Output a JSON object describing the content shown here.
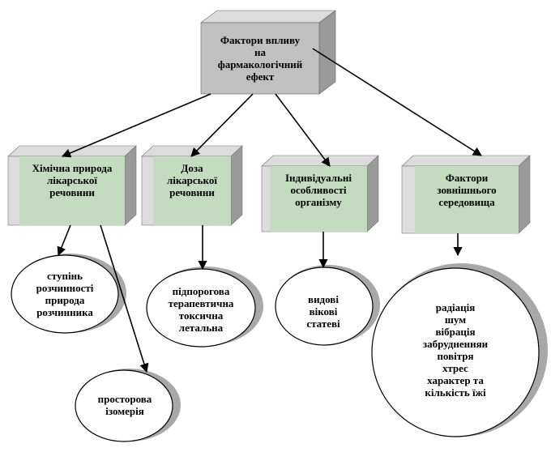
{
  "root": {
    "lines": [
      "Фактори впливу",
      "на",
      "фармакологічний",
      "ефект"
    ]
  },
  "categories": [
    {
      "lines": [
        "Хімічна природа",
        "лікарської",
        "речовини"
      ]
    },
    {
      "lines": [
        "Доза",
        "лікарської",
        "речовини"
      ]
    },
    {
      "lines": [
        "Індивідуальні",
        "особливості",
        "організму"
      ]
    },
    {
      "lines": [
        "Фактори",
        "зовнішнього",
        "середовища"
      ]
    }
  ],
  "leaves": [
    {
      "lines": [
        "ступінь",
        "розчинності",
        "природа",
        "розчинника"
      ]
    },
    {
      "lines": [
        "просторова",
        "ізомерія"
      ]
    },
    {
      "lines": [
        "підпорогова",
        "терапевтична",
        "токсична",
        "летальна"
      ]
    },
    {
      "lines": [
        "видові",
        "вікові",
        "статеві"
      ]
    },
    {
      "lines": [
        "радіація",
        "шум",
        "вібрація",
        "забрудненняи",
        "повітря",
        "хтрес",
        "характер та",
        "кількість їжі"
      ]
    }
  ],
  "colors": {
    "root_face": "#c0c0c0",
    "category_face": "#c3dcc0",
    "box_side": "#dcdcdc",
    "box_shadow": "#9a9a9a",
    "ellipse_shadow": "#a8a8a8",
    "stroke": "#000000"
  }
}
